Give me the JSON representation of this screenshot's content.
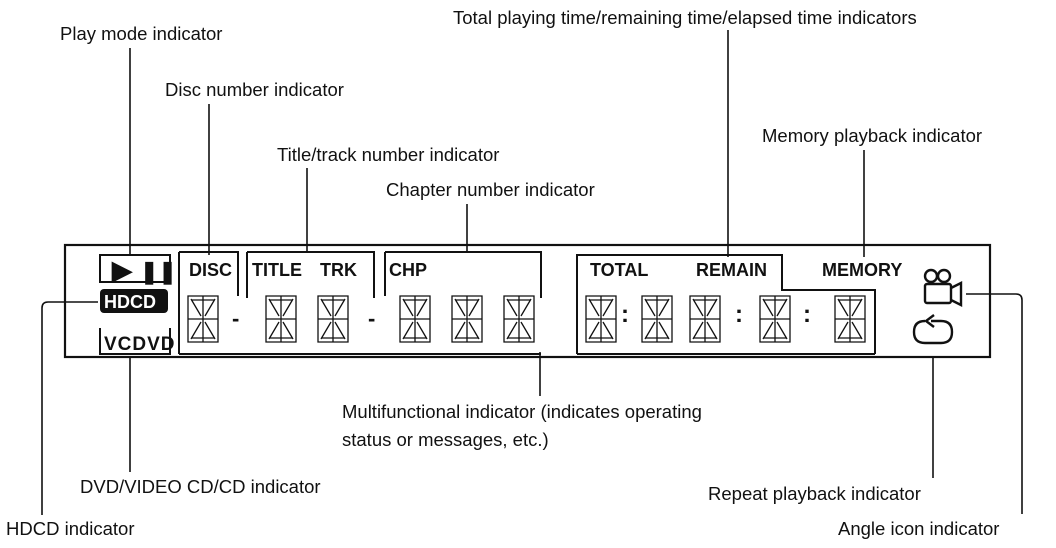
{
  "callouts": {
    "play_mode": "Play mode indicator",
    "disc_number": "Disc number indicator",
    "title_track": "Title/track number indicator",
    "chapter_number": "Chapter number indicator",
    "time_indicators": "Total playing time/remaining time/elapsed time indicators",
    "memory_playback": "Memory playback indicator",
    "multifunctional_line1": "Multifunctional indicator (indicates operating",
    "multifunctional_line2": "status or messages, etc.)",
    "dvd_vcd_cd": "DVD/VIDEO CD/CD indicator",
    "hdcd": "HDCD indicator",
    "repeat_playback": "Repeat playback indicator",
    "angle_icon": "Angle icon indicator"
  },
  "display": {
    "play_symbol": "▶",
    "pause_symbol": "❚❚",
    "hdcd": "HDCD",
    "vcd_dvd": "VCDVD",
    "disc": "DISC",
    "title": "TITLE",
    "trk": "TRK",
    "chp": "CHP",
    "total": "TOTAL",
    "remain": "REMAIN",
    "memory": "MEMORY",
    "dash1": "-",
    "dash2": "-",
    "colon1": ":",
    "colon2": ":",
    "colon3": ":"
  },
  "icons": {
    "angle": "camera-icon",
    "repeat": "repeat-arrow-icon"
  }
}
